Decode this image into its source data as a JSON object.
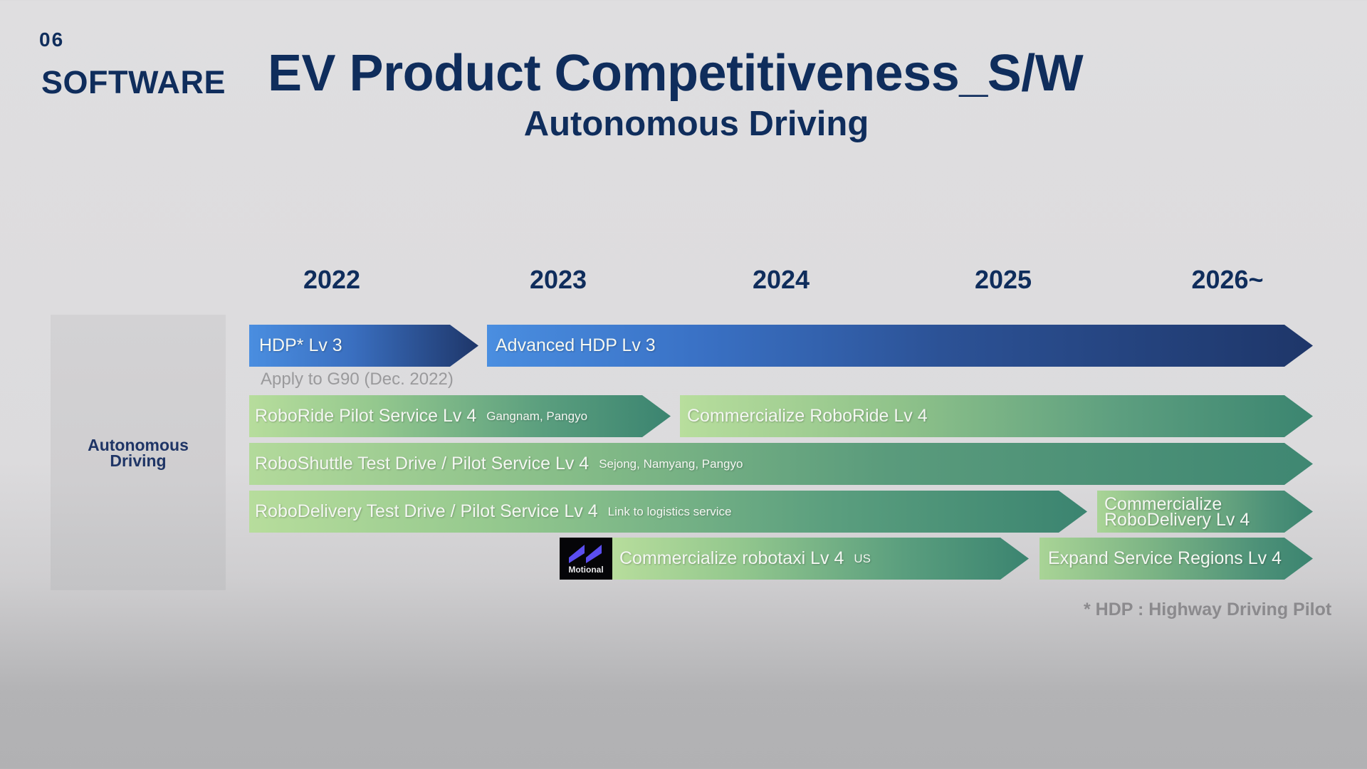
{
  "header": {
    "section_number": "06",
    "section_name": "SOFTWARE",
    "title": "EV Product Competitiveness_S/W",
    "subtitle": "Autonomous Driving"
  },
  "timeline": {
    "years": [
      "2022",
      "2023",
      "2024",
      "2025",
      "2026~"
    ],
    "row_label": "Autonomous\nDriving",
    "rows": [
      {
        "bars": [
          {
            "label": "HDP* Lv 3",
            "note": "",
            "color": "blue",
            "start": "2022",
            "end": "2022"
          },
          {
            "label": "Advanced HDP Lv 3",
            "note": "",
            "color": "blue",
            "start": "2023",
            "end": "2026~"
          }
        ],
        "annotation": "Apply to G90 (Dec. 2022)"
      },
      {
        "bars": [
          {
            "label": "RoboRide Pilot Service Lv 4",
            "note": "Gangnam, Pangyo",
            "color": "green",
            "start": "2022",
            "end": "2023"
          },
          {
            "label": "Commercialize RoboRide Lv 4",
            "note": "",
            "color": "green",
            "start": "2024",
            "end": "2026~"
          }
        ]
      },
      {
        "bars": [
          {
            "label": "RoboShuttle Test Drive / Pilot Service Lv 4",
            "note": "Sejong, Namyang, Pangyo",
            "color": "green",
            "start": "2022",
            "end": "2026~"
          }
        ]
      },
      {
        "bars": [
          {
            "label": "RoboDelivery Test Drive / Pilot Service Lv 4",
            "note": "Link to logistics service",
            "color": "green",
            "start": "2022",
            "end": "2025"
          },
          {
            "label": "Commercialize\nRoboDelivery Lv 4",
            "note": "",
            "color": "green",
            "start": "2026~",
            "end": "2026~"
          }
        ]
      },
      {
        "logo": "Motional",
        "bars": [
          {
            "label": "Commercialize robotaxi Lv 4",
            "note": "US",
            "color": "green",
            "start": "2023",
            "end": "2025"
          },
          {
            "label": "Expand Service Regions Lv 4",
            "note": "",
            "color": "green",
            "start": "2025",
            "end": "2026~"
          }
        ]
      }
    ]
  },
  "footnote": "* HDP : Highway Driving Pilot",
  "colors": {
    "navy_text": "#0f2d5c",
    "blue_start": "#4a8ee0",
    "blue_end": "#1e3669",
    "green_start": "#b7dd9c",
    "green_end": "#3b8470",
    "note_gray": "#9a9a9c"
  }
}
